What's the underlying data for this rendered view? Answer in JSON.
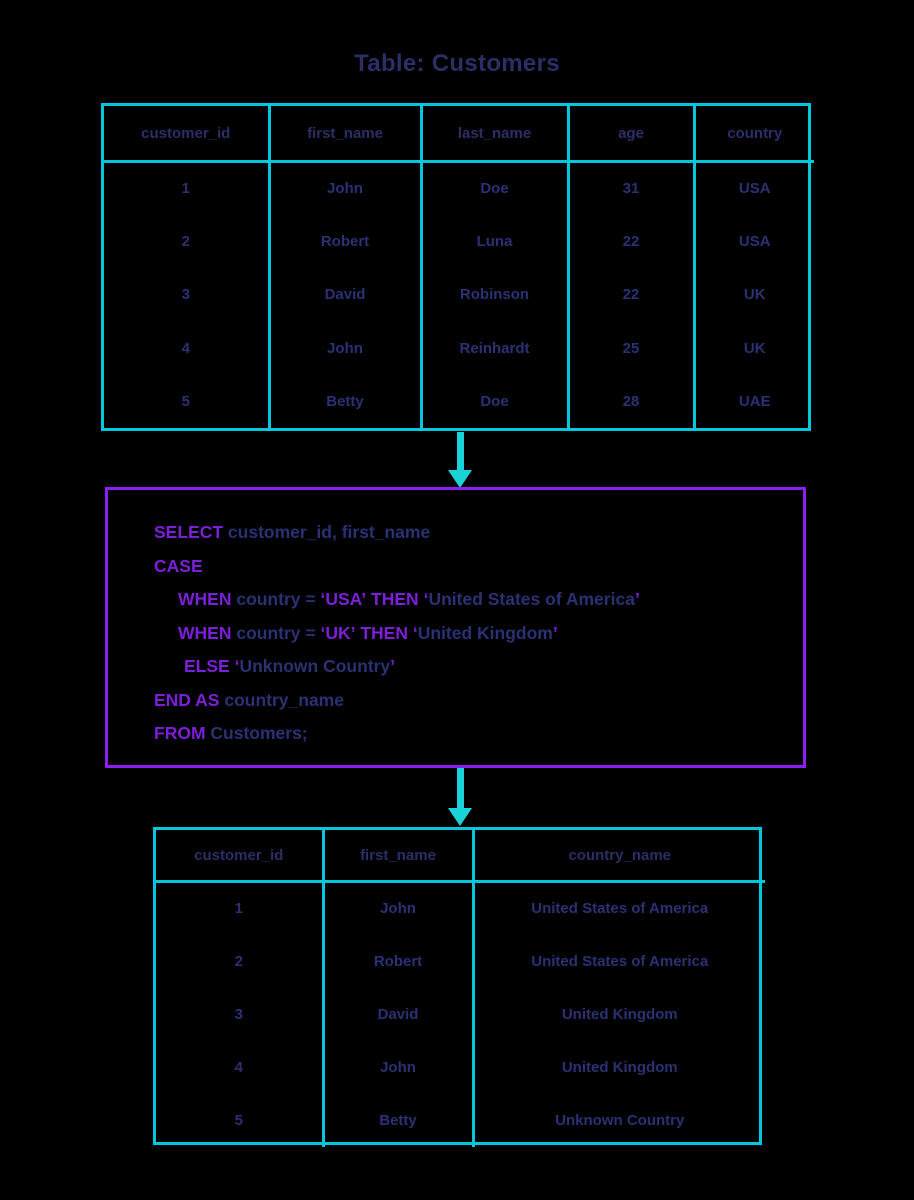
{
  "title": "Table: Customers",
  "colors": {
    "table_border": "#00c8dc",
    "arrow": "#19d3d8",
    "sql_box_border": "#8b1ff5",
    "keyword": "#7b1fd8",
    "text": "#2b3172",
    "background": "#000000"
  },
  "customers_table": {
    "name": "Customers",
    "columns": [
      "customer_id",
      "first_name",
      "last_name",
      "age",
      "country"
    ],
    "rows": [
      [
        "1",
        "John",
        "Doe",
        "31",
        "USA"
      ],
      [
        "2",
        "Robert",
        "Luna",
        "22",
        "USA"
      ],
      [
        "3",
        "David",
        "Robinson",
        "22",
        "UK"
      ],
      [
        "4",
        "John",
        "Reinhardt",
        "25",
        "UK"
      ],
      [
        "5",
        "Betty",
        "Doe",
        "28",
        "UAE"
      ]
    ]
  },
  "sql": {
    "lines": [
      {
        "indent": 0,
        "parts": [
          {
            "t": "SELECT",
            "k": true
          },
          {
            "t": " customer_id, first_name",
            "k": false
          }
        ]
      },
      {
        "indent": 0,
        "parts": [
          {
            "t": "CASE",
            "k": true
          }
        ]
      },
      {
        "indent": 1,
        "parts": [
          {
            "t": "WHEN",
            "k": true
          },
          {
            "t": " country = ",
            "k": false
          },
          {
            "t": "‘USA’",
            "k": true
          },
          {
            "t": " ",
            "k": false
          },
          {
            "t": "THEN",
            "k": true
          },
          {
            "t": " ",
            "k": false
          },
          {
            "t": "‘",
            "k": true
          },
          {
            "t": "United States of America",
            "k": false
          },
          {
            "t": "’",
            "k": true
          }
        ]
      },
      {
        "indent": 1,
        "parts": [
          {
            "t": "WHEN",
            "k": true
          },
          {
            "t": " country = ",
            "k": false
          },
          {
            "t": "‘UK’",
            "k": true
          },
          {
            "t": " ",
            "k": false
          },
          {
            "t": "THEN",
            "k": true
          },
          {
            "t": " ",
            "k": false
          },
          {
            "t": "‘",
            "k": true
          },
          {
            "t": "United Kingdom",
            "k": false
          },
          {
            "t": "’",
            "k": true
          }
        ]
      },
      {
        "indent": 2,
        "parts": [
          {
            "t": "ELSE",
            "k": true
          },
          {
            "t": " ",
            "k": false
          },
          {
            "t": "‘",
            "k": true
          },
          {
            "t": "Unknown Country",
            "k": false
          },
          {
            "t": "’",
            "k": true
          }
        ]
      },
      {
        "indent": 0,
        "parts": [
          {
            "t": "END AS",
            "k": true
          },
          {
            "t": " country_name",
            "k": false
          }
        ]
      },
      {
        "indent": 0,
        "parts": [
          {
            "t": "FROM",
            "k": true
          },
          {
            "t": " Customers;",
            "k": false
          }
        ]
      }
    ]
  },
  "result_table": {
    "columns": [
      "customer_id",
      "first_name",
      "country_name"
    ],
    "rows": [
      [
        "1",
        "John",
        "United States of America"
      ],
      [
        "2",
        "Robert",
        "United States of America"
      ],
      [
        "3",
        "David",
        "United Kingdom"
      ],
      [
        "4",
        "John",
        "United Kingdom"
      ],
      [
        "5",
        "Betty",
        "Unknown Country"
      ]
    ]
  },
  "arrows": [
    {
      "name": "arrow-customers-to-query",
      "direction": "down"
    },
    {
      "name": "arrow-query-to-result",
      "direction": "down"
    }
  ]
}
